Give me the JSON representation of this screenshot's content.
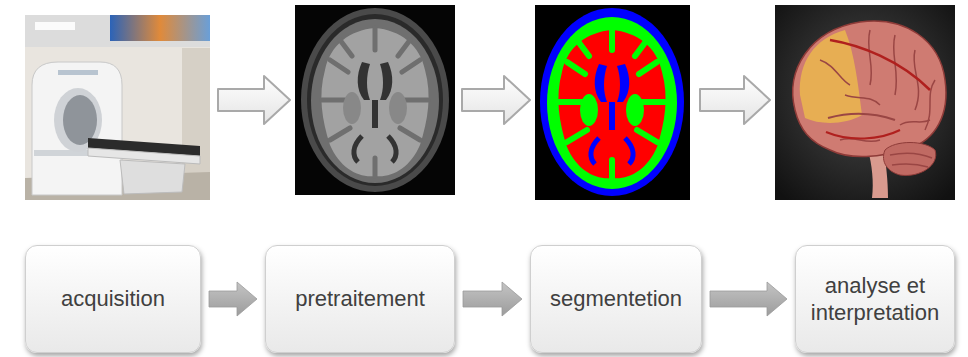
{
  "diagram": {
    "nodes": [
      {
        "text": [
          "acquisition"
        ]
      },
      {
        "text": [
          "pretraitement"
        ]
      },
      {
        "text": [
          "segmentetion"
        ]
      },
      {
        "text": [
          "analyse et interpretation"
        ]
      }
    ],
    "edges": [
      {
        "from": 0,
        "to": 1,
        "arrow": "to"
      },
      {
        "from": 1,
        "to": 2,
        "arrow": "to"
      },
      {
        "from": 2,
        "to": 3,
        "arrow": "to"
      }
    ]
  }
}
